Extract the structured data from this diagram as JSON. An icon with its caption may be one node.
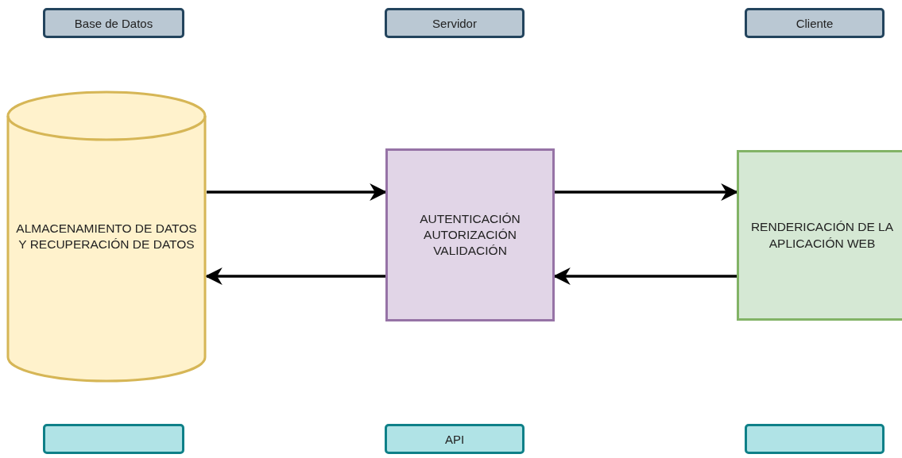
{
  "diagram": {
    "nodes": [
      {
        "text": [
          "Base de Datos"
        ]
      },
      {
        "text": [
          "Servidor"
        ]
      },
      {
        "text": [
          "Cliente"
        ]
      },
      {
        "text": [
          "ALMACENAMIENTO DE DATOS Y RECUPERACIÓN DE DATOS"
        ]
      },
      {
        "text": [
          "AUTENTICACIÓN AUTORIZACIÓN VALIDACIÓN"
        ]
      },
      {
        "text": [
          "RENDERICACIÓN DE LA APLICACIÓN WEB"
        ]
      },
      {
        "text": [],
        "shape": "box"
      },
      {
        "text": [
          "API"
        ]
      },
      {
        "text": [],
        "shape": "box"
      }
    ],
    "edges": [
      {
        "from": 3,
        "to": 4,
        "arrow": "to"
      },
      {
        "from": 4,
        "to": 3,
        "arrow": "to"
      },
      {
        "from": 4,
        "to": 5,
        "arrow": "to"
      },
      {
        "from": 5,
        "to": 4,
        "arrow": "to"
      }
    ]
  }
}
